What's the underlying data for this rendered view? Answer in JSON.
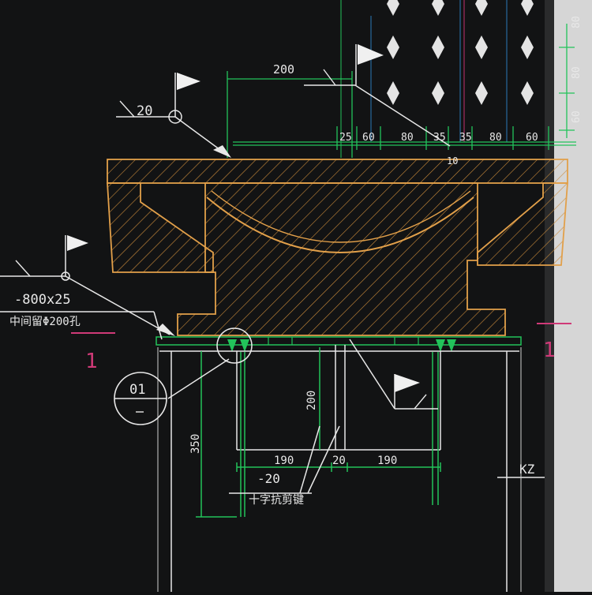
{
  "colors": {
    "background": "#121314",
    "dim_green": "#22c35a",
    "bearing_orange": "#e2a04a",
    "white": "#e8e8e8",
    "magenta": "#d03a78",
    "frame": "#d8d8d8"
  },
  "dimensions": {
    "top_200": "200",
    "top_row": [
      "25",
      "60",
      "80",
      "35",
      "35",
      "80",
      "60"
    ],
    "right_col": [
      "80",
      "80",
      "60"
    ],
    "top_small_10": "10",
    "plate_h_200": "200",
    "base_190_left": "190",
    "base_20": "20",
    "base_190_right": "190",
    "col_350": "350"
  },
  "annotations": {
    "weld_20": "20",
    "plate_spec": "-800x25",
    "plate_note": "中间留Φ200孔",
    "minus_20": "-20",
    "cross_key": "十字抗剪键",
    "detail_id": "01",
    "section_left": "1",
    "section_right": "1",
    "column_tag": "KZ"
  },
  "icons": {
    "flag": "flag-icon",
    "weld_symbol": "weld-symbol-icon",
    "grid_node": "diamond-grid-icon"
  }
}
